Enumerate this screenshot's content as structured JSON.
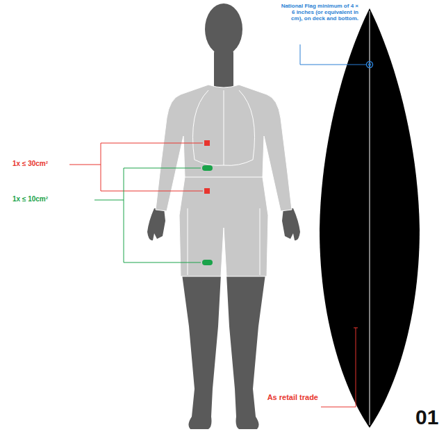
{
  "diagram": {
    "labels": [
      "1x ≤ 30cm²",
      "1x ≤ 10cm²",
      "National Flag minimum of 4 × 6 inches (or equivalent in cm), on deck and bottom.",
      "As retail trade",
      "01"
    ]
  }
}
